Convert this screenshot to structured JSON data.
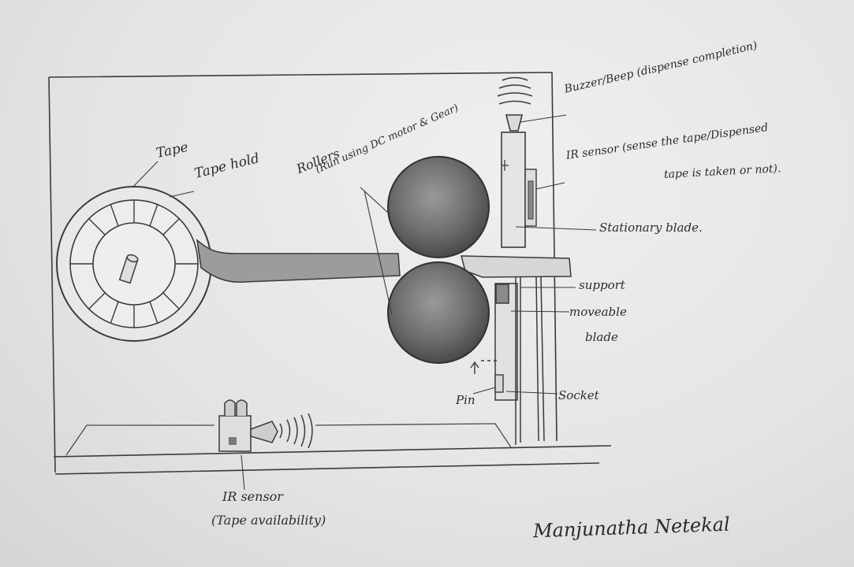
{
  "labels": {
    "tape": "Tape",
    "tape_hold": "Tape hold",
    "rollers": "Rollers",
    "rollers_note": "(Run using DC motor & Gear)",
    "buzzer": "Buzzer/Beep (dispense completion)",
    "ir_sensor_top": "IR sensor (sense the tape/Dispensed",
    "ir_sensor_top_cont": "tape is taken or not).",
    "stationary_blade": "Stationary blade.",
    "support": "support",
    "moveable_blade": "moveable",
    "moveable_blade_cont": "blade",
    "socket": "Socket",
    "pin": "Pin",
    "ir_sensor_bottom": "IR sensor",
    "ir_sensor_bottom_note": "(Tape availability)"
  },
  "signature": "Manjunatha Netekal",
  "colors": {
    "paper": "#ecebe9",
    "pencil": "#3a3a3a",
    "shade": "#7a7a7a"
  }
}
